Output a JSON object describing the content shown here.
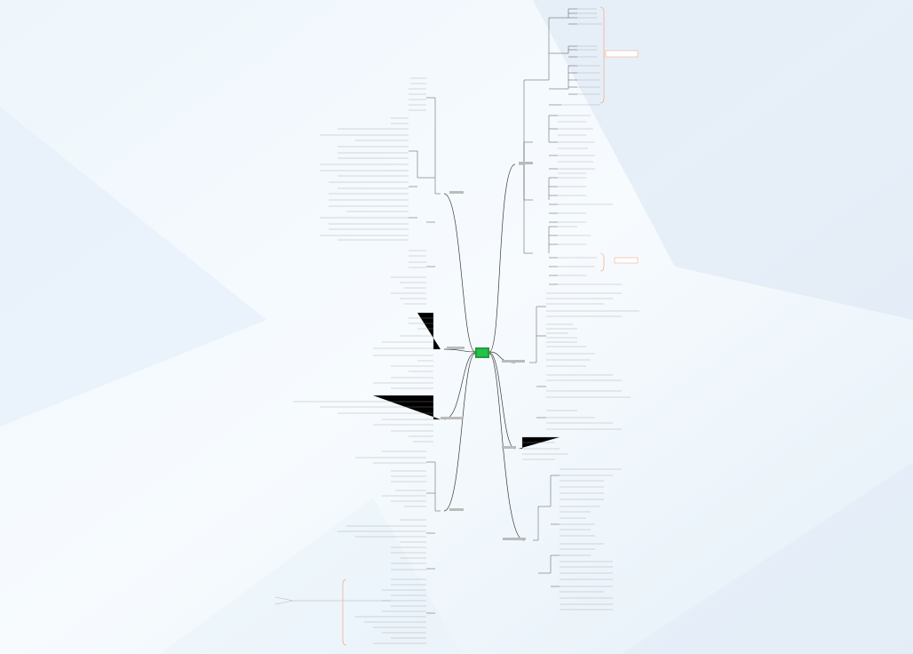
{
  "root": {
    "label": ""
  },
  "branches": [
    {
      "id": "r1",
      "label": "",
      "highlight": false
    },
    {
      "id": "r2",
      "label": "",
      "highlight": false
    },
    {
      "id": "r3",
      "label": "",
      "highlight": true
    },
    {
      "id": "r4",
      "label": "",
      "highlight": false
    },
    {
      "id": "l1",
      "label": "",
      "highlight": false
    },
    {
      "id": "l2",
      "label": "",
      "highlight": true
    },
    {
      "id": "l3",
      "label": "",
      "highlight": false
    },
    {
      "id": "l4",
      "label": "",
      "highlight": false
    }
  ],
  "colors": {
    "background": "#f3f9fd",
    "lines": "#3a3a3a",
    "root_fill": "#25c24a",
    "root_border": "#1f9e3a",
    "highlight_text": "#e04a3a",
    "callout_border": "#f0a070"
  }
}
